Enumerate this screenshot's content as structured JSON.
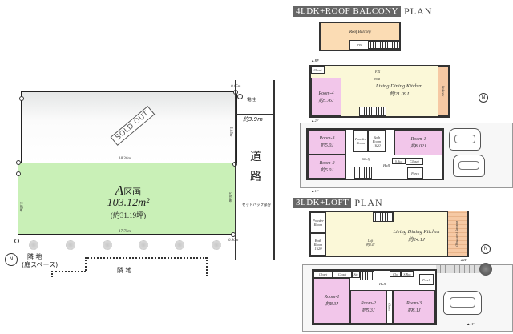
{
  "site_plan": {
    "sold_out_label": "SOLD OUT",
    "lot_a": {
      "name": "A",
      "name_suffix": "区画",
      "area_m2": "103.12m²",
      "area_tsubo": "(約31.19坪)",
      "fill_color": "#c9f0b7"
    },
    "dimensions": {
      "top_right_corner": "0.65m",
      "upper_right_side": "5.85m",
      "divider_length": "18.36m",
      "lot_a_left_side": "5.65m",
      "lot_a_right_side": "5.65m",
      "lot_a_bottom": "17.75m",
      "bottom_right_corner": "0.86m"
    },
    "utility_pole_label": "電柱",
    "road_width": "約3.9m",
    "road_label": [
      "道",
      "路"
    ],
    "setback_label": "セットバック部分",
    "neighbor_left_label": "隣 地",
    "neighbor_left_sub": "(庭スペース)",
    "neighbor_bottom_label": "隣 地",
    "compass_label": "N"
  },
  "plan_4ldk": {
    "title_tag": "4LDK+ROOF BALCONY",
    "title_suffix": "PLAN",
    "rf": {
      "roof_balcony": "Roof Balcony",
      "stair_label": "DN",
      "floor_marker": "▲RF"
    },
    "f2": {
      "closet": "Closet",
      "room4": {
        "name": "Room-4",
        "size": "約5.76J"
      },
      "ldk": {
        "name": "Living Dining Kitchen",
        "size": "約21.09J"
      },
      "void": "void",
      "fix": "FIX",
      "balcony": "Balcony",
      "floor_marker": "▲2F"
    },
    "f1": {
      "room3": {
        "name": "Room-3",
        "size": "約5.0J"
      },
      "room2": {
        "name": "Room-2",
        "size": "約5.0J"
      },
      "room1": {
        "name": "Room-1",
        "size": "約6.02J"
      },
      "powder_room": "Powder Room",
      "bath_room": "Bath Room",
      "bath_size": "1620",
      "shelf": "Shelf",
      "hall": "Hall",
      "s_box": "S.Box",
      "closet": "Closet",
      "wic": "Cl",
      "ent_note": "Ent",
      "porch": "Porch",
      "floor_marker": "▲1F"
    }
  },
  "plan_3ldk": {
    "title_tag": "3LDK+LOFT",
    "title_suffix": "PLAN",
    "f2": {
      "powder_room": "Powder Room",
      "bath_room": "Bath Room",
      "bath_size": "1620",
      "ldk": {
        "name": "Living Dining Kitchen",
        "size": "約24.1J"
      },
      "loft": {
        "name": "Loft",
        "size": "約8.4J"
      },
      "balcony": "Balcony (Covering)",
      "floor_marker": "◄2F"
    },
    "f1": {
      "closets": [
        "Closet",
        "Closet"
      ],
      "shoe": "Sto",
      "room1": {
        "name": "Room-1",
        "size": "約8.3J"
      },
      "room2": {
        "name": "Room-2",
        "size": "約5.3J"
      },
      "room3": {
        "name": "Room-3",
        "size": "約6.1J"
      },
      "hall": "Hall",
      "cl": "Clo",
      "s_box": "S.Box",
      "closet_v": "Closet",
      "porch": "Porch",
      "floor_marker": "▲1F"
    }
  }
}
